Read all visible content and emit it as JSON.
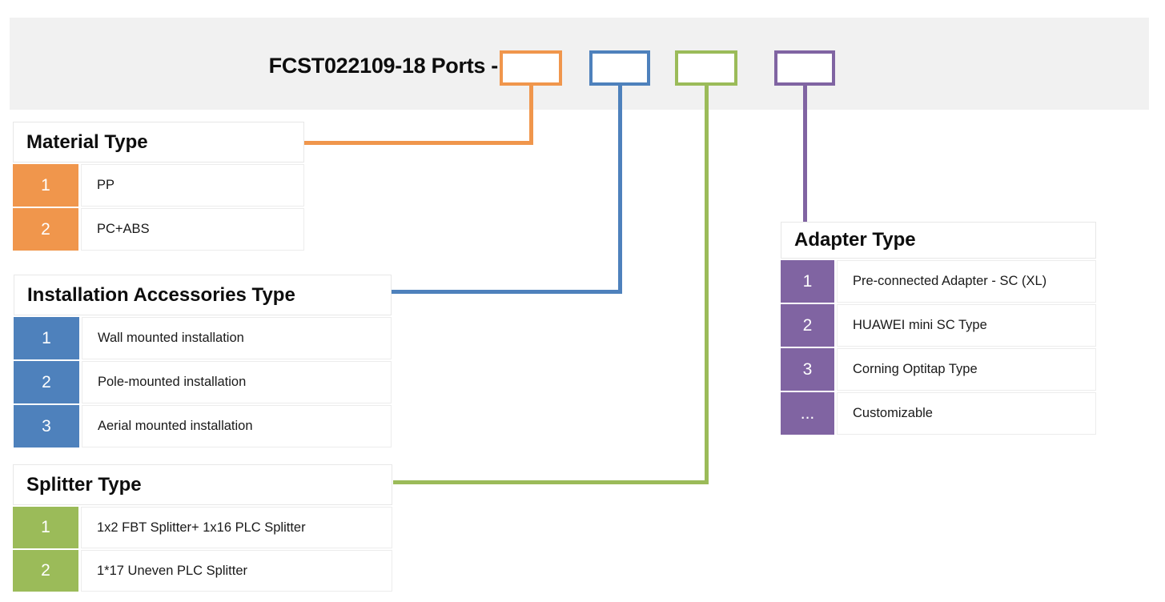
{
  "header": {
    "title": "FCST022109-18 Ports -",
    "code_boxes": [
      {
        "name": "material-type-box",
        "color": "#F0964C"
      },
      {
        "name": "installation-accessories-type-box",
        "color": "#4E81BC"
      },
      {
        "name": "splitter-type-box",
        "color": "#9BBB59"
      },
      {
        "name": "adapter-type-box",
        "color": "#8064A2"
      }
    ],
    "band_color": "#F1F1F1"
  },
  "tables": [
    {
      "id": "material-type",
      "title": "Material Type",
      "color": "#F0964C",
      "rows": [
        {
          "code": "1",
          "label": "PP"
        },
        {
          "code": "2",
          "label": "PC+ABS"
        }
      ]
    },
    {
      "id": "installation-accessories-type",
      "title": "Installation Accessories Type",
      "color": "#4E81BC",
      "rows": [
        {
          "code": "1",
          "label": "Wall mounted installation"
        },
        {
          "code": "2",
          "label": "Pole-mounted installation"
        },
        {
          "code": "3",
          "label": "Aerial mounted installation"
        }
      ]
    },
    {
      "id": "splitter-type",
      "title": "Splitter Type",
      "color": "#9BBB59",
      "rows": [
        {
          "code": "1",
          "label": "1x2 FBT Splitter+ 1x16 PLC Splitter"
        },
        {
          "code": "2",
          "label": "1*17 Uneven PLC Splitter"
        }
      ]
    },
    {
      "id": "adapter-type",
      "title": "Adapter Type",
      "color": "#8064A2",
      "rows": [
        {
          "code": "1",
          "label": "Pre-connected Adapter - SC (XL)"
        },
        {
          "code": "2",
          "label": "HUAWEI mini SC Type"
        },
        {
          "code": "3",
          "label": "Corning Optitap Type"
        },
        {
          "code": "...",
          "label": "Customizable"
        }
      ]
    }
  ]
}
